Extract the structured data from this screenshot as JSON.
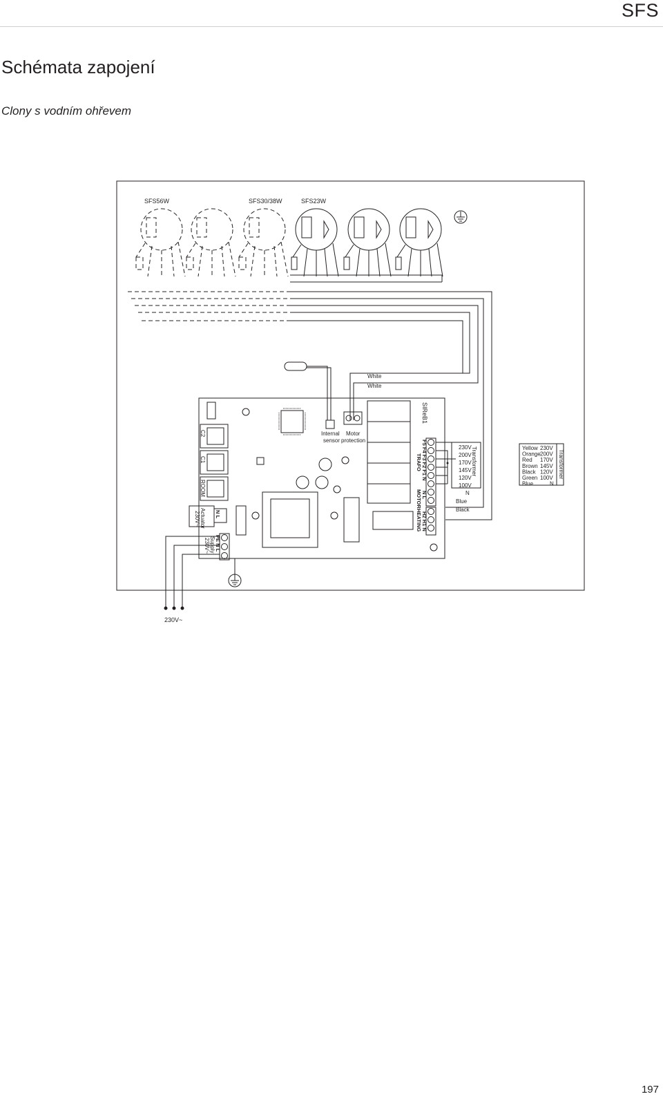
{
  "header": {
    "brand": "SFS"
  },
  "page": {
    "title": "Schémata zapojení",
    "subtitle": "Clony s vodním ohřevem",
    "number": "197"
  },
  "diagram": {
    "models": [
      "SFS56W",
      "SFS30/38W",
      "SFS23W"
    ],
    "wire_labels": [
      "White",
      "White"
    ],
    "board_name": "SIReB1",
    "sensor_label": [
      "Internal",
      "sensor"
    ],
    "motor_protection_label": [
      "Motor",
      "protection"
    ],
    "port_labels": [
      "C2",
      "C1",
      "ROOM"
    ],
    "actuator_label": [
      "Actuator",
      "230V~"
    ],
    "actuator_terminals": "N L",
    "supply_label": [
      "Supply",
      "230V~"
    ],
    "supply_terminals": "PE N L",
    "trafo_terminals": "F5 F4 F3 F2 F1 N",
    "trafo_label": "TRAFO",
    "motor_terminals": "N L",
    "motor_label": "MOTOR",
    "heating_terminals": "H2 H1 N",
    "heating_label": "HEATING",
    "transformer_title": "Transformer",
    "transformer_voltages": [
      "230V",
      "200V",
      "170V",
      "145V",
      "120V",
      "100V",
      "N"
    ],
    "motor_wire_colors": [
      "Blue",
      "Black"
    ],
    "transformer_table": {
      "title": "Transformer",
      "rows": [
        {
          "color": "Yellow",
          "voltage": "230V"
        },
        {
          "color": "Orange",
          "voltage": "200V"
        },
        {
          "color": "Red",
          "voltage": "170V"
        },
        {
          "color": "Brown",
          "voltage": "145V"
        },
        {
          "color": "Black",
          "voltage": "120V"
        },
        {
          "color": "Green",
          "voltage": "100V"
        },
        {
          "color": "Blue",
          "voltage": "N"
        }
      ]
    },
    "mains_label": "230V~"
  }
}
